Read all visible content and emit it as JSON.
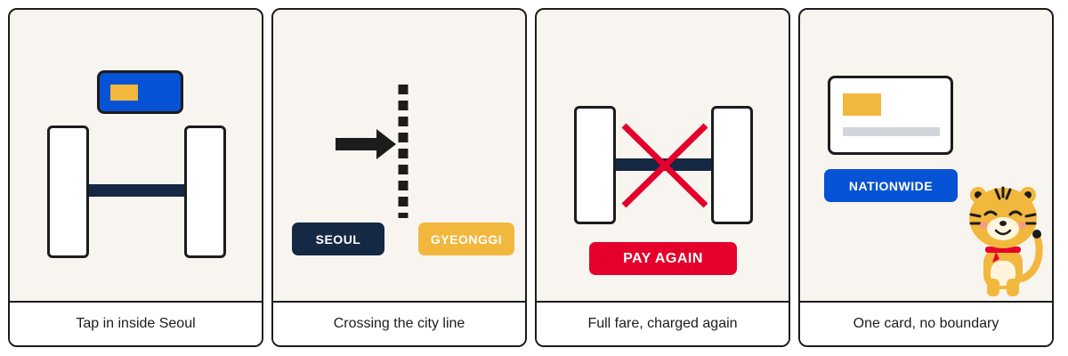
{
  "colors": {
    "navy": "#152844",
    "blue": "#0753d6",
    "yellow": "#f2b73d",
    "red": "#e4002b",
    "outline": "#1c1c1c",
    "panel_bg": "#f8f5f0"
  },
  "panels": [
    {
      "caption": "Tap in inside Seoul",
      "icons": [
        "transit-card-icon",
        "fare-gate-icon"
      ]
    },
    {
      "caption": "Crossing the city line",
      "labels": {
        "left": "SEOUL",
        "right": "GYEONGGI"
      },
      "icons": [
        "arrow-right-icon",
        "boundary-line-icon"
      ]
    },
    {
      "caption": "Full fare, charged again",
      "label": "PAY AGAIN",
      "icons": [
        "fare-gate-icon",
        "cross-icon"
      ]
    },
    {
      "caption": "One card, no boundary",
      "label": "NATIONWIDE",
      "icons": [
        "transit-card-icon",
        "tiger-mascot-icon"
      ]
    }
  ]
}
